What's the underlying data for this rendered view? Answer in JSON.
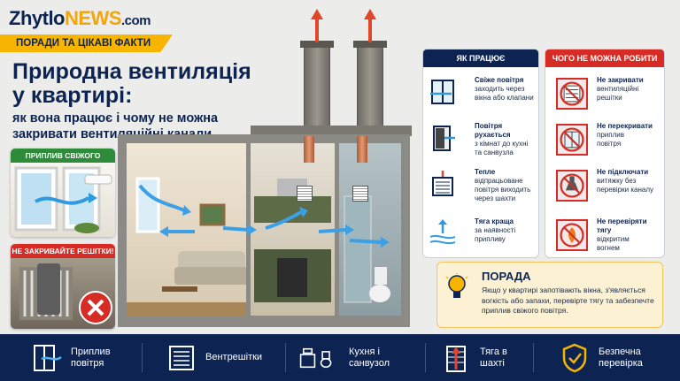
{
  "brand": {
    "name_part1": "Zhytlo",
    "name_part2": "NEWS",
    "name_part3": ".com",
    "accent": "#f2a60c",
    "navy": "#0d2452",
    "red": "#d72c25",
    "green": "#2e8b3a",
    "yellow": "#f7b500"
  },
  "badge": "ПОРАДИ ТА ЦІКАВІ ФАКТИ",
  "title": [
    "Природна вентиляція",
    "у квартирі:"
  ],
  "subtitle": "як вона працює і чому не можна закривати вентиляційні канали",
  "cards": {
    "fresh_air": "ПРИПЛИВ СВІЖОГО ПОВІТРЯ",
    "do_not_close": "НЕ ЗАКРИВАЙТЕ РЕШІТКИ!"
  },
  "how": {
    "header": "ЯК ПРАЦЮЄ",
    "items": [
      {
        "bold": "Свіже повітря",
        "rest": [
          "заходить через",
          "вікна або клапани"
        ],
        "icon": "window-icon"
      },
      {
        "bold": "Повітря рухається",
        "rest": [
          "з кімнат до кухні",
          "та санвузла"
        ],
        "icon": "door-icon"
      },
      {
        "bold": "Тепле",
        "rest": [
          "відпрацьоване",
          "повітря виходить",
          "через шахти"
        ],
        "icon": "vent-grille-icon"
      },
      {
        "bold": "Тяга краща",
        "rest": [
          "за наявності",
          "припливу"
        ],
        "icon": "airflow-icon"
      }
    ]
  },
  "dont": {
    "header": "ЧОГО НЕ МОЖНА РОБИТИ",
    "items": [
      {
        "bold": "Не закривати",
        "rest": [
          "вентиляційні",
          "решітки"
        ],
        "icon": "no-grille-icon"
      },
      {
        "bold": "Не перекривати",
        "rest": [
          "приплив",
          "повітря"
        ],
        "icon": "no-window-icon"
      },
      {
        "bold": "Не підключати",
        "rest": [
          "витяжку без",
          "перевірки каналу"
        ],
        "icon": "no-hood-icon"
      },
      {
        "bold": "Не перевіряти тягу",
        "rest": [
          "відкритим",
          "вогнем"
        ],
        "icon": "no-fire-icon"
      }
    ]
  },
  "tip": {
    "title": "ПОРАДА",
    "text": "Якщо у квартирі запотівають вікна, з'являється вогкість або запахи, перевірте тягу та забезпечте приплив свіжого повітря."
  },
  "bottom": [
    {
      "label": [
        "Приплив",
        "повітря"
      ],
      "icon": "window-airflow-icon"
    },
    {
      "label": [
        "Вентрешітки"
      ],
      "icon": "grille-icon"
    },
    {
      "label": [
        "Кухня і",
        "санвузол"
      ],
      "icon": "kitchen-bath-icon"
    },
    {
      "label": [
        "Тяга в",
        "шахті"
      ],
      "icon": "shaft-draft-icon"
    },
    {
      "label": [
        "Безпечна",
        "перевірка"
      ],
      "icon": "shield-check-icon"
    }
  ]
}
